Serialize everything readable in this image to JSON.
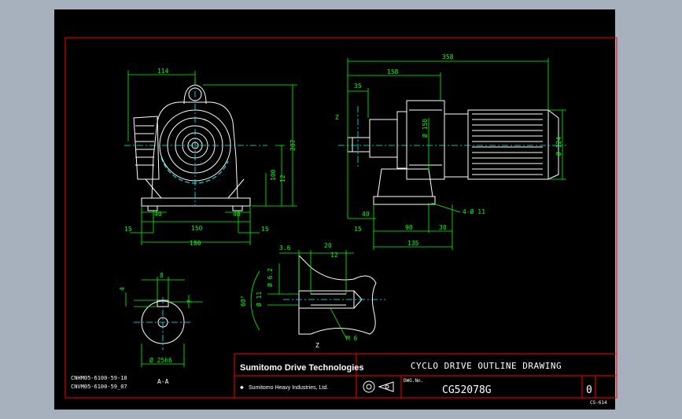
{
  "dimensions": {
    "front_width_114": "114",
    "front_height_207": "207",
    "front_12": "12",
    "front_100": "100",
    "front_40_left": "40",
    "front_40_right": "40",
    "front_15_left": "15",
    "front_150": "150",
    "front_15_right": "15",
    "front_180": "180",
    "side_358": "358",
    "side_158": "158",
    "side_35": "35",
    "side_dia_150": "Ø 150",
    "side_dia_124": "Ø 124",
    "side_z": "Z",
    "side_40": "40",
    "side_15": "15",
    "side_90": "90",
    "side_30": "30",
    "side_135": "135",
    "side_holes": "4-Ø 11",
    "shaft_8": "8",
    "shaft_4": "4",
    "shaft_7": "7",
    "shaft_dia_25h6": "Ø 25h6",
    "shaft_section": "A-A",
    "detail_3_6": "3.6",
    "detail_20": "20",
    "detail_12": "12",
    "detail_dia_6_2": "Ø 6.2",
    "detail_dia_11": "Ø 11",
    "detail_60": "60°",
    "detail_m6": "M 6",
    "detail_label": "Z"
  },
  "title_block": {
    "company": "Sumitomo Drive Technologies",
    "parent": "Sumitomo Heavy Industries, Ltd.",
    "title": "CYCLO DRIVE OUTLINE DRAWING",
    "dwg_no_label": "DWG.No.",
    "dwg_no": "CG52078G",
    "revision": "0"
  },
  "model_codes": [
    "CNHM05-6100-59-10",
    "CNVM05-6100-59_07"
  ],
  "sheet_ref": "CS-614",
  "colors": {
    "background": "#000000",
    "frame": "#ff0000",
    "object": "#ffffff",
    "dimension": "#00ff00",
    "center": "#00ffff",
    "title_text": "#ffffff"
  }
}
